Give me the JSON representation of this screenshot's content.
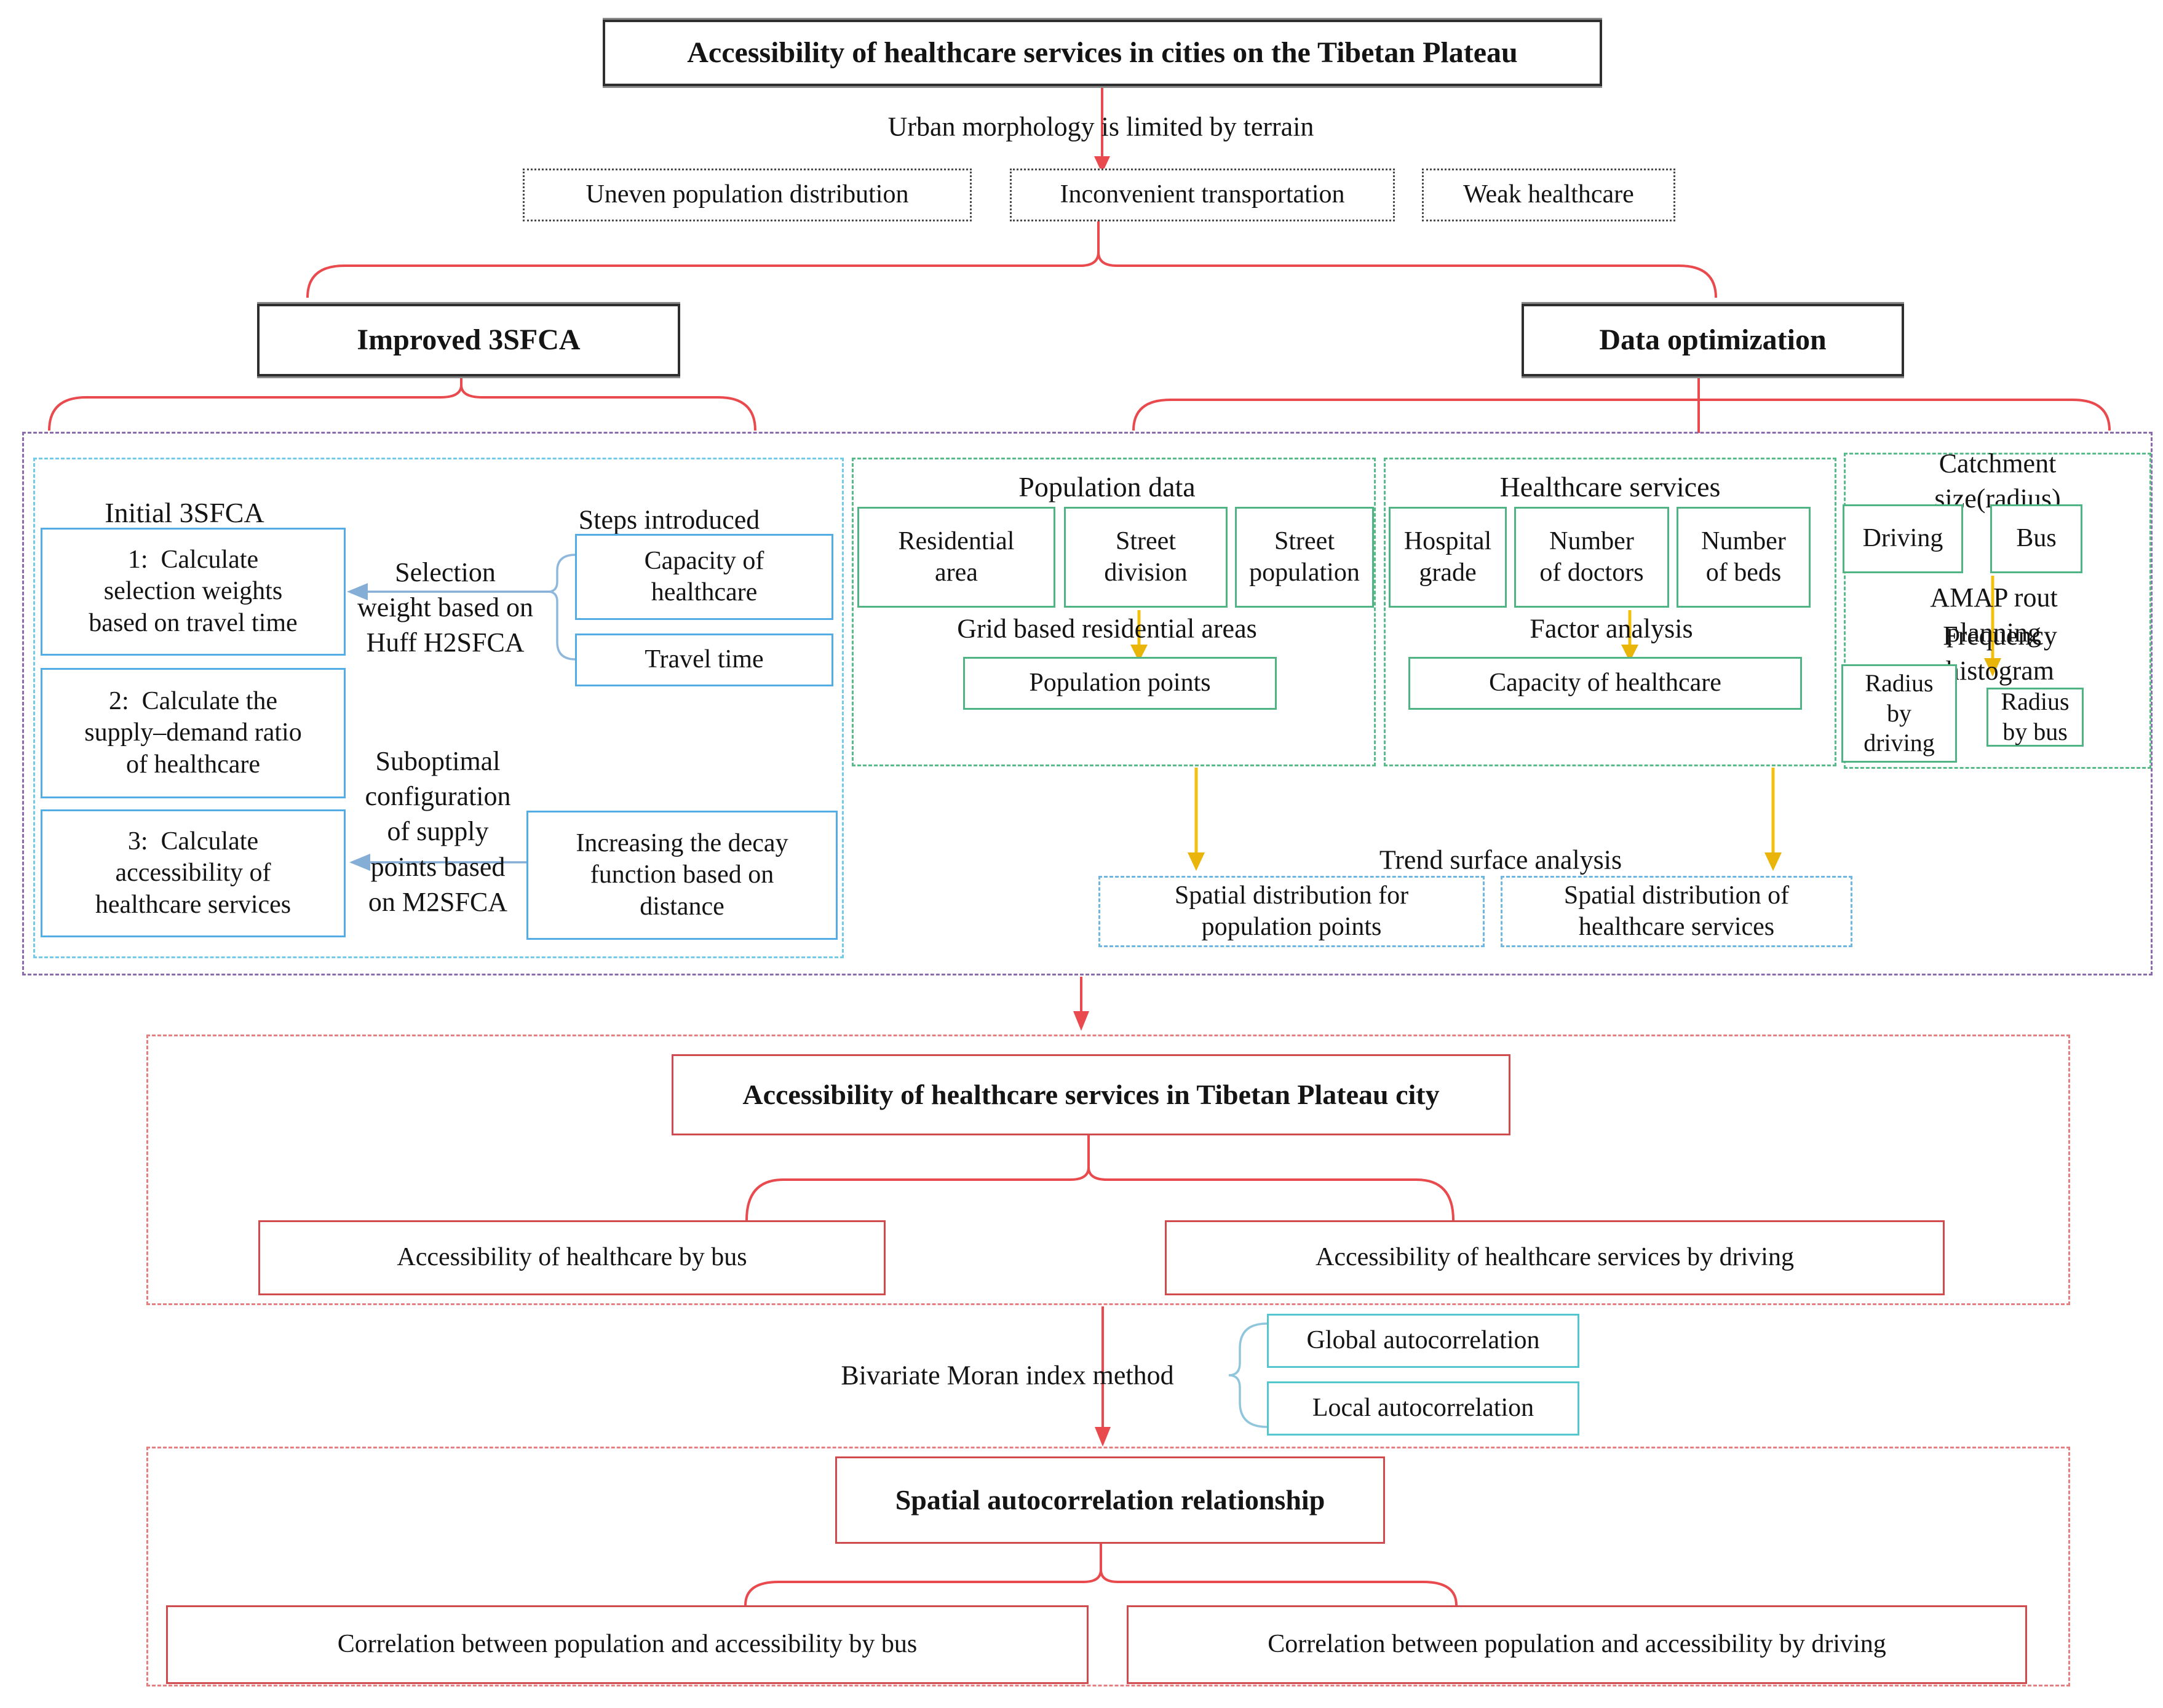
{
  "top": {
    "title": "Accessibility of healthcare services in cities on the Tibetan Plateau",
    "constraint_label": "Urban morphology is limited by terrain",
    "issues": [
      "Uneven population distribution",
      "Inconvenient transportation",
      "Weak healthcare"
    ]
  },
  "branches": {
    "left_title": "Improved 3SFCA",
    "right_title": "Data optimization"
  },
  "sfca": {
    "heading": "Initial 3SFCA",
    "steps": [
      "1:  Calculate\nselection weights\nbased on travel time",
      "2:  Calculate the\nsupply–demand ratio\nof healthcare",
      "3:  Calculate\naccessibility of\nhealthcare services"
    ],
    "selection_note": "Selection\nweight based on\nHuff H2SFCA",
    "steps_introduced_label": "Steps introduced",
    "capacity_box": "Capacity of\nhealthcare",
    "travel_box": "Travel time",
    "suboptimal_note": "Suboptimal\nconfiguration\nof supply\npoints based\non M2SFCA",
    "decay_box": "Increasing the decay\nfunction based on\ndistance"
  },
  "population_panel": {
    "title": "Population data",
    "inputs": [
      "Residential\narea",
      "Street\ndivision",
      "Street\npopulation"
    ],
    "process_label": "Grid based residential areas",
    "result_box": "Population points"
  },
  "healthcare_panel": {
    "title": "Healthcare services",
    "inputs": [
      "Hospital\ngrade",
      "Number\nof doctors",
      "Number\nof beds"
    ],
    "process_label": "Factor analysis",
    "result_box": "Capacity of healthcare"
  },
  "catchment_panel": {
    "title": "Catchment size(radius)",
    "inputs": [
      "Driving",
      "Bus"
    ],
    "process_label_1": "AMAP rout planning",
    "process_label_2": "Frequency histogram",
    "result_driving": "Radius\nby\ndriving",
    "result_bus": "Radius\nby bus"
  },
  "trend": {
    "label": "Trend surface analysis",
    "population_box": "Spatial distribution for\npopulation points",
    "healthcare_box": "Spatial distribution of\nhealthcare services"
  },
  "accessibility_section": {
    "title": "Accessibility of healthcare services in Tibetan Plateau city",
    "bus_box": "Accessibility of healthcare by bus",
    "driving_box": "Accessibility of healthcare services by driving"
  },
  "moran": {
    "label": "Bivariate Moran index method",
    "global_box": "Global autocorrelation",
    "local_box": "Local autocorrelation"
  },
  "spatial_section": {
    "title": "Spatial autocorrelation relationship",
    "bus_box": "Correlation between population and accessibility by bus",
    "driving_box": "Correlation between population and accessibility by driving"
  },
  "colors": {
    "red_connector": "#e84a4e",
    "yellow_connector": "#f3c00d",
    "blue_connector": "#85aed6",
    "green_border": "#4fb383",
    "blue_border": "#53ace4",
    "cyan_border": "#54c6ce",
    "red_border": "#cf4b4e",
    "purple_container": "#8b6aaf",
    "blue_container": "#74cbe8",
    "green_container": "#57bb8a",
    "red_container": "#e57f82"
  }
}
